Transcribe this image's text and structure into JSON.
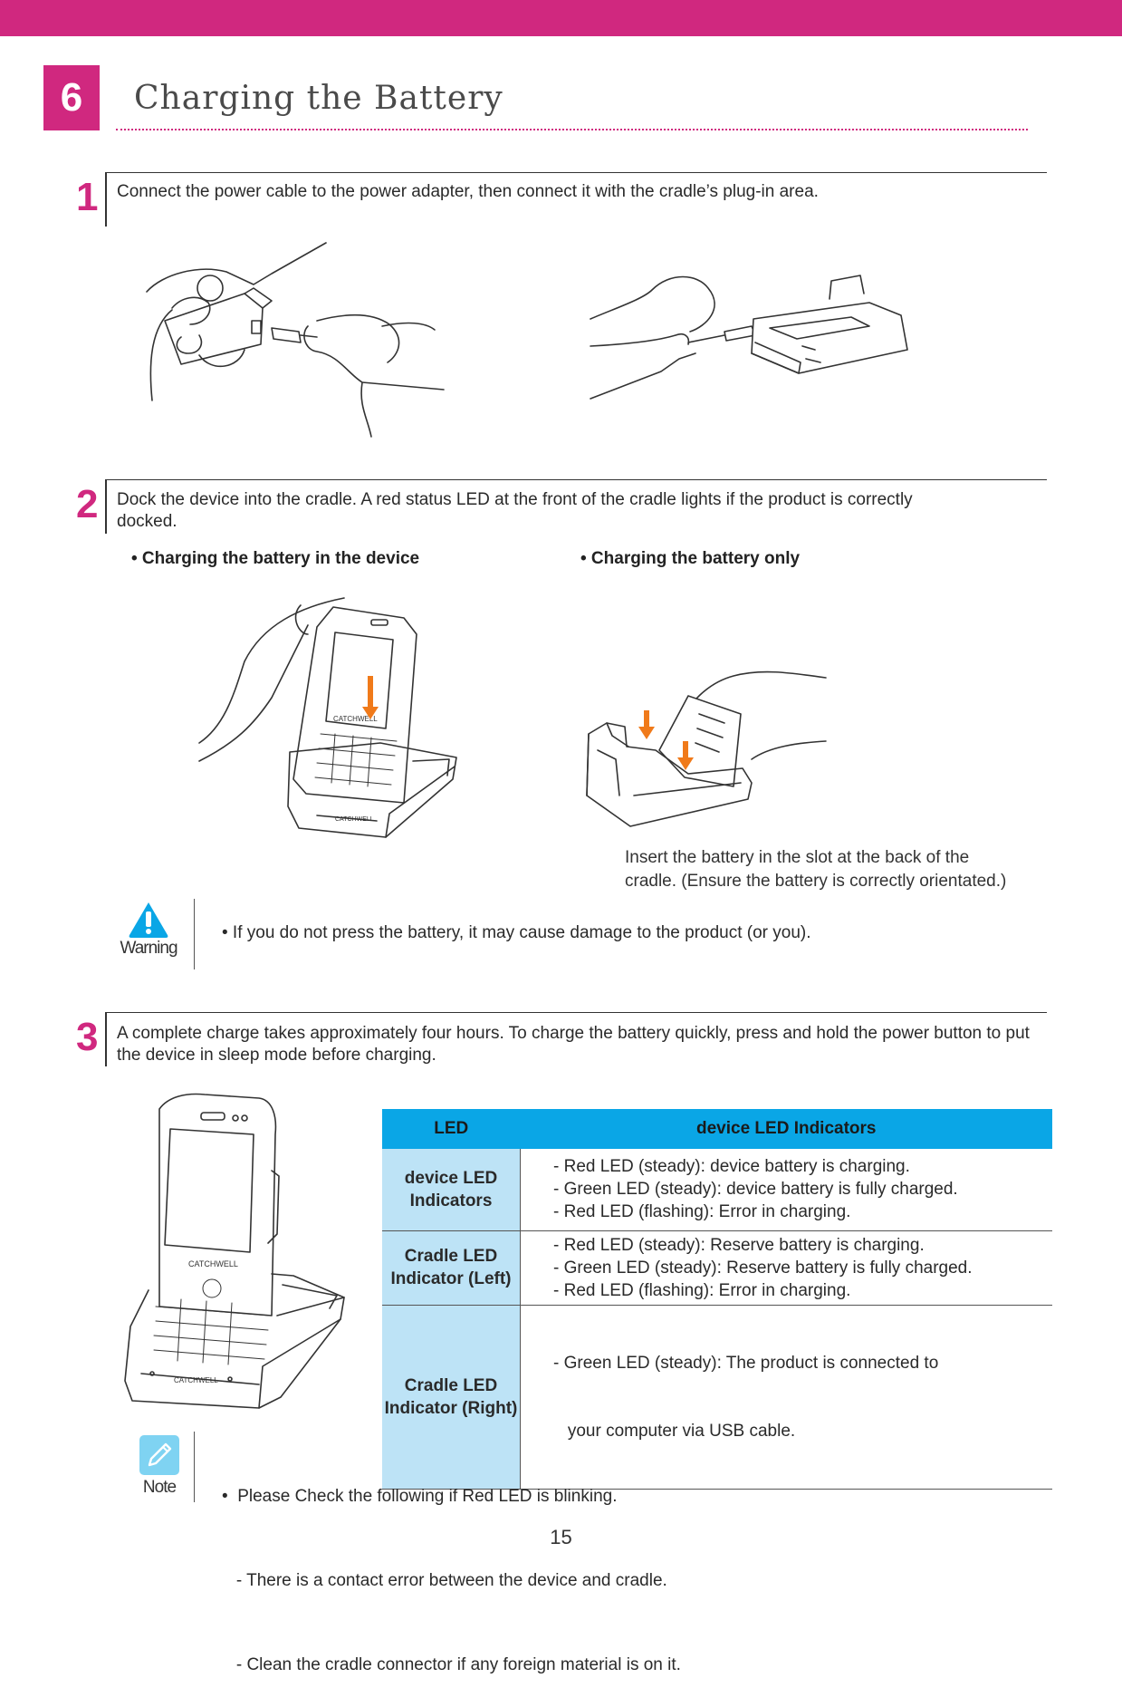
{
  "section": {
    "number": "6",
    "title": "Charging the Battery"
  },
  "steps": [
    {
      "num": "1",
      "text": "Connect the power cable to the power adapter, then connect it with the cradle’s plug-in area."
    },
    {
      "num": "2",
      "text": "Dock the device into the cradle. A red status LED at the front of the cradle lights if the product is correctly docked."
    },
    {
      "num": "3",
      "text": "A complete charge takes approximately four hours. To charge the battery quickly, press and hold the power button to put the device in sleep mode before charging."
    }
  ],
  "step2_options": {
    "left": "•   Charging the battery in the device",
    "right": "•   Charging the battery only",
    "caption_line1": "Insert the battery in the slot at the back of the",
    "caption_line2": "cradle. (Ensure the battery is correctly orientated.)"
  },
  "brand": "CATCHWELL",
  "warning": {
    "label": "Warning",
    "text": "•  If you do not press the battery, it may cause damage to the product (or you)."
  },
  "led_table": {
    "headers": [
      "LED",
      "device LED Indicators"
    ],
    "rows": [
      {
        "label": "device LED Indicators",
        "lines": [
          "- Red LED (steady): device battery is charging.",
          "- Green LED (steady): device battery is fully charged.",
          "- Red LED (flashing): Error in charging."
        ]
      },
      {
        "label": "Cradle LED Indicator (Left)",
        "lines": [
          "- Red LED (steady): Reserve battery is charging.",
          "- Green LED (steady): Reserve battery is fully charged.",
          "- Red LED (flashing): Error in charging."
        ]
      },
      {
        "label": "Cradle LED Indicator (Right)",
        "lines": [
          "- Green LED (steady): The product is connected to",
          "   your computer via USB cable."
        ]
      }
    ]
  },
  "note": {
    "label": "Note",
    "lines": [
      "•  Please Check the following if Red LED is blinking.",
      "   - There is a contact error between the device and cradle.",
      "   - Clean the cradle connector if any foreign material is on it."
    ]
  },
  "page_number": "15",
  "colors": {
    "accent": "#d0287f",
    "table_header": "#0aa6e6",
    "table_label": "#bde3f6",
    "arrow": "#f07a1a"
  }
}
